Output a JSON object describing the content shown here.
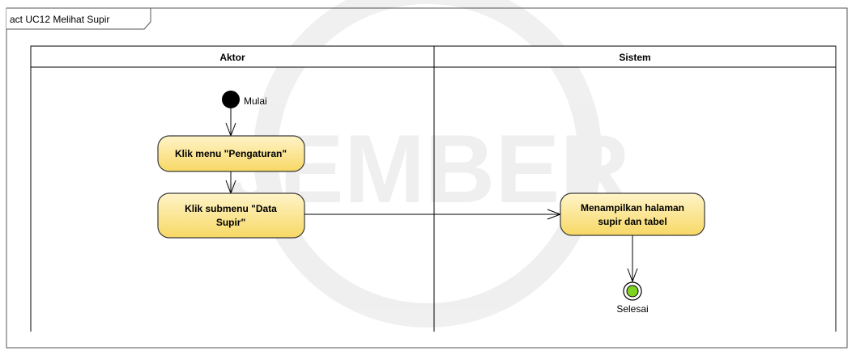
{
  "frame": {
    "title": "act UC12 Melihat Supir"
  },
  "lanes": [
    {
      "name": "Aktor"
    },
    {
      "name": "Sistem"
    }
  ],
  "nodes": {
    "start": {
      "label": "Mulai"
    },
    "action_pengaturan": {
      "lines": [
        "Klik menu \"Pengaturan\""
      ]
    },
    "action_data_supir": {
      "lines": [
        "Klik submenu \"Data",
        "Supir\""
      ]
    },
    "action_tampil": {
      "lines": [
        "Menampilkan halaman",
        "supir dan tabel"
      ]
    },
    "end": {
      "label": "Selesai"
    }
  },
  "watermark": {
    "text": "JEMBER"
  },
  "colors": {
    "action_fill": "#fbe48a",
    "action_fill_light": "#fdf1c0",
    "action_stroke": "#3a3a3a",
    "start_fill": "#000000",
    "end_fill": "#7ed321",
    "line": "#000000",
    "frame_stroke": "#555555"
  }
}
